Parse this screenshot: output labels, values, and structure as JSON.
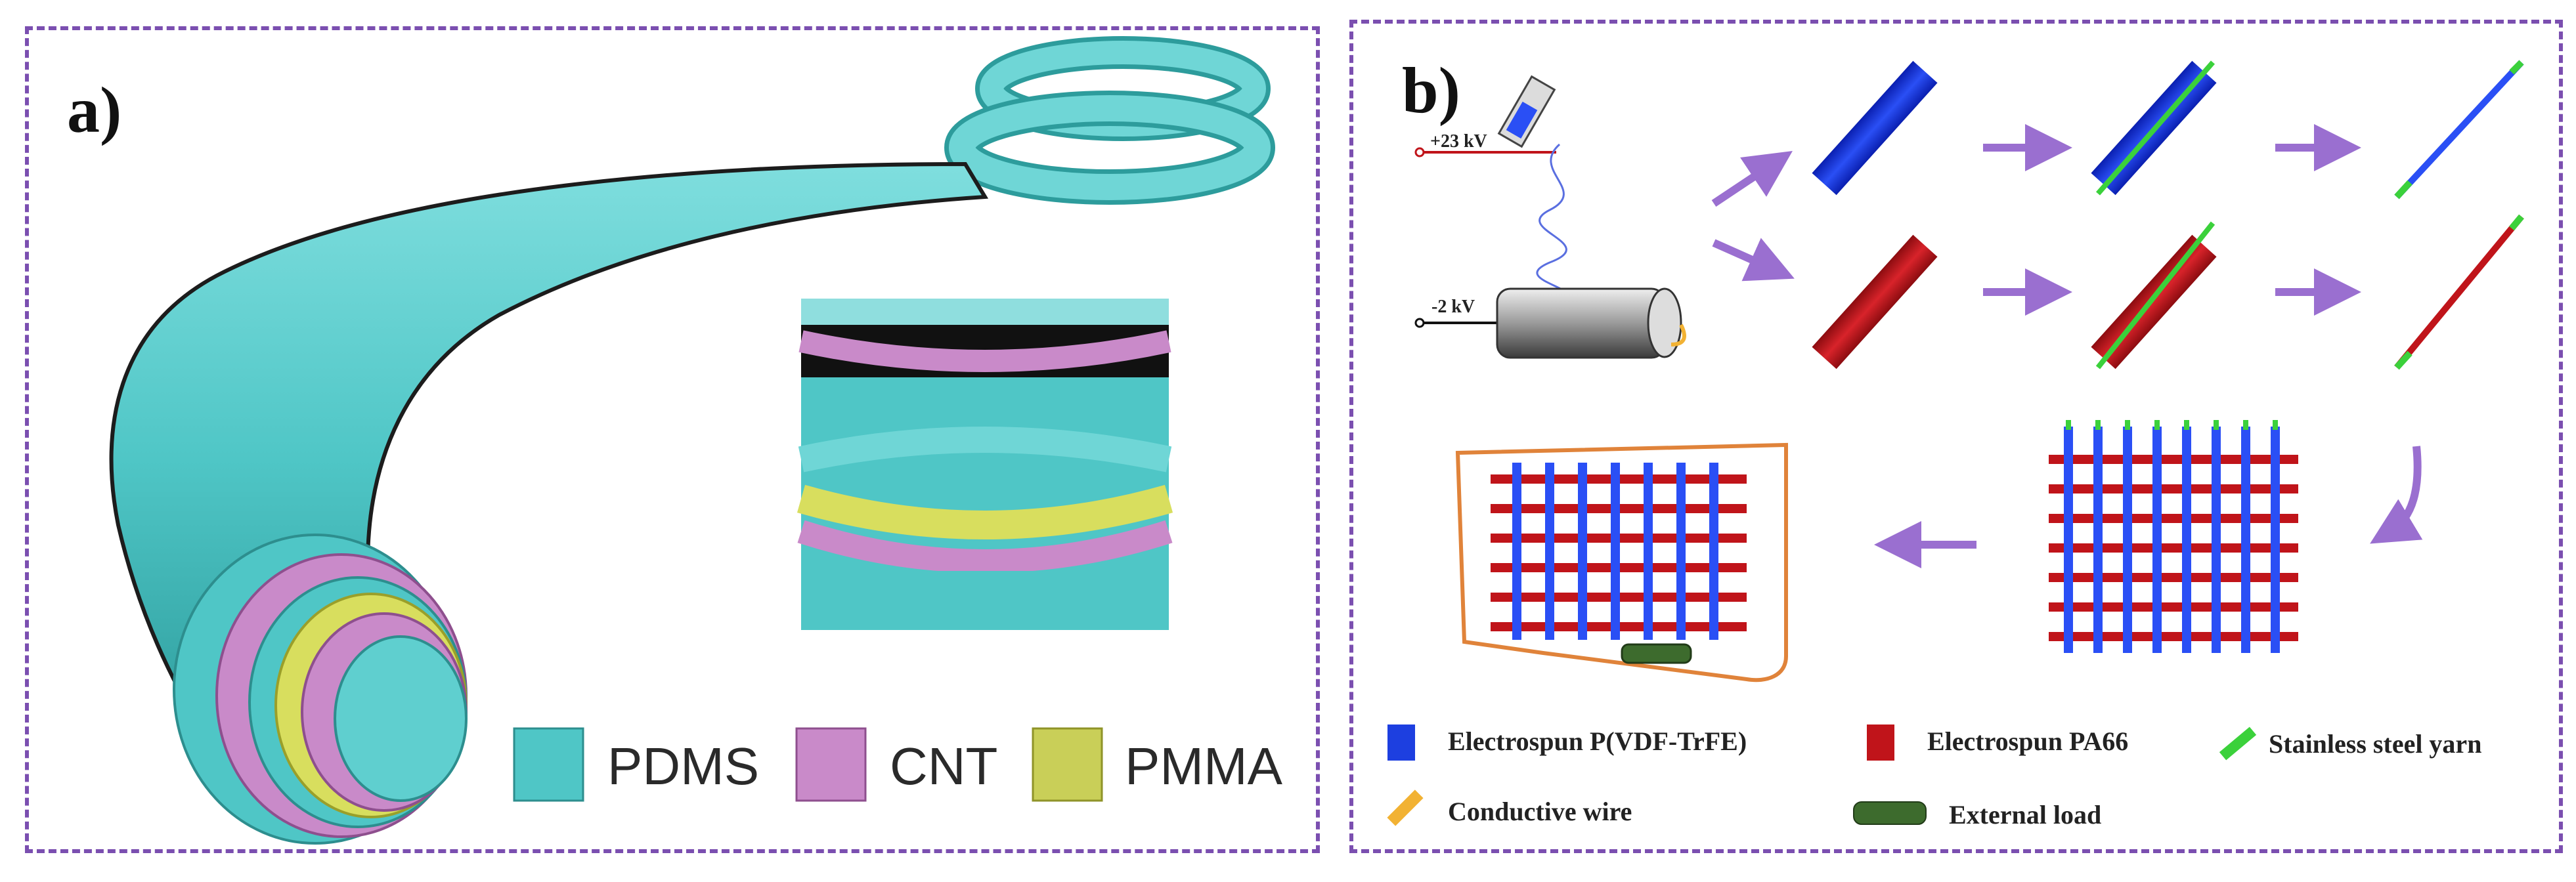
{
  "panel_a": {
    "label": "a)",
    "legend": [
      {
        "label": "PDMS",
        "color": "#4fc6c6"
      },
      {
        "label": "CNT",
        "color": "#c98ac9"
      },
      {
        "label": "PMMA",
        "color": "#c9cf58"
      }
    ]
  },
  "panel_b": {
    "label": "b)",
    "voltage_high": "+23 kV",
    "voltage_low": "-2 kV",
    "legend": [
      {
        "label": "Electrospun P(VDF-TrFE)",
        "color": "#1d3fe0"
      },
      {
        "label": "Electrospun PA66",
        "color": "#c0141a"
      },
      {
        "label": "Stainless steel yarn",
        "color": "#3bd13b"
      },
      {
        "label": "Conductive wire",
        "color": "#f2b233"
      },
      {
        "label": "External load",
        "color": "#3d6b2d"
      }
    ],
    "arrow_color": "#9a6fd0"
  }
}
